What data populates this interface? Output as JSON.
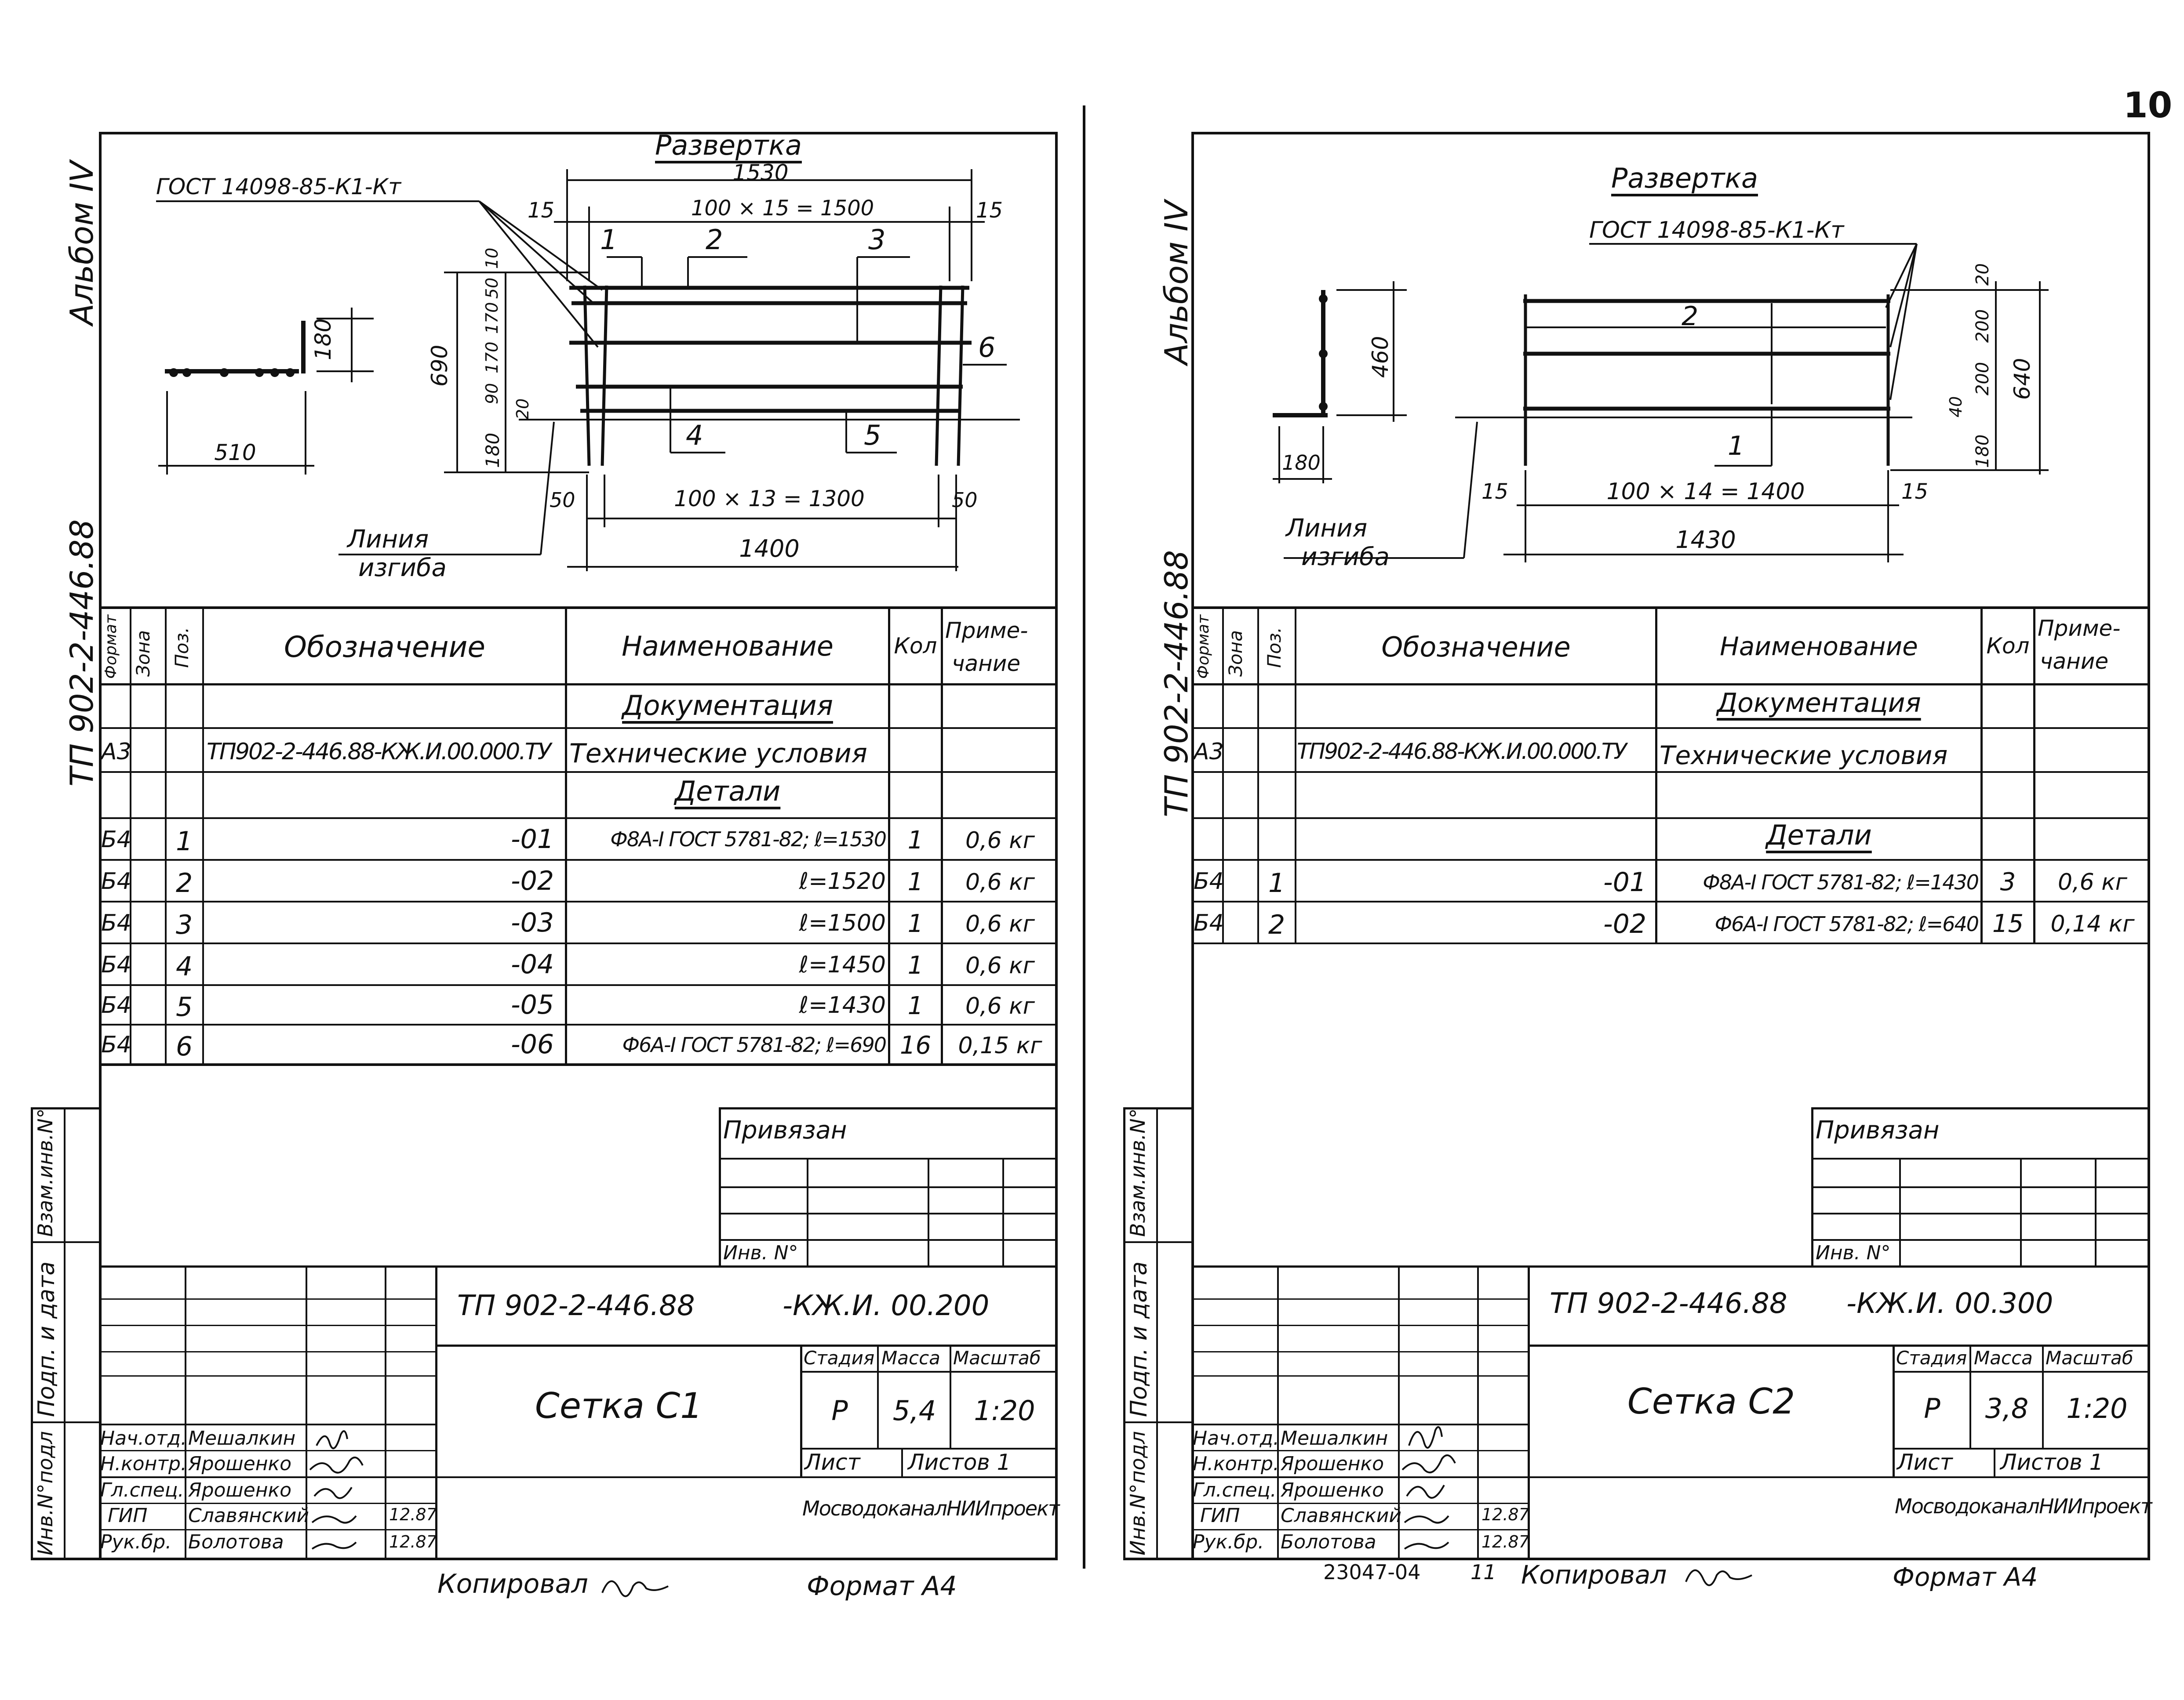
{
  "page_number": "10",
  "sheets": [
    {
      "album": "Альбом IV",
      "side_code": "ТП 902-2-446.88",
      "drawing": {
        "title": "Развертка",
        "gost": "ГОСТ 14098-85-К1-Кт",
        "dims": {
          "total_top": "1530",
          "edge_left": "15",
          "edge_right": "15",
          "pitch_top": "100 × 15 = 1500",
          "pitch_bottom": "100 × 13 = 1300",
          "edge_bl": "50",
          "edge_br": "50",
          "total_bottom": "1400",
          "height": "690",
          "h_parts": [
            "10",
            "50",
            "170",
            "170",
            "90",
            "20",
            "180"
          ],
          "profile_h": "180",
          "profile_w": "510"
        },
        "positions": [
          "1",
          "2",
          "3",
          "4",
          "5",
          "6"
        ],
        "bend_label": [
          "Линия",
          "изгиба"
        ]
      },
      "table": {
        "headers": {
          "format": "Формат",
          "zone": "Зона",
          "pos": "Поз.",
          "designation": "Обозначение",
          "name": "Наименование",
          "qty": "Кол",
          "note": [
            "Приме-",
            "чание"
          ]
        },
        "section_doc": "Документация",
        "doc_row": {
          "format": "А3",
          "designation": "ТП902-2-446.88-КЖ.И.00.000.ТУ",
          "name": "Технические условия"
        },
        "section_parts": "Детали",
        "rows": [
          {
            "format": "Б4",
            "pos": "1",
            "designation": "-01",
            "name": "Ф8А-I ГОСТ 5781-82; ℓ=1530",
            "qty": "1",
            "note": "0,6 кг"
          },
          {
            "format": "Б4",
            "pos": "2",
            "designation": "-02",
            "name": "ℓ=1520",
            "qty": "1",
            "note": "0,6 кг"
          },
          {
            "format": "Б4",
            "pos": "3",
            "designation": "-03",
            "name": "ℓ=1500",
            "qty": "1",
            "note": "0,6 кг"
          },
          {
            "format": "Б4",
            "pos": "4",
            "designation": "-04",
            "name": "ℓ=1450",
            "qty": "1",
            "note": "0,6 кг"
          },
          {
            "format": "Б4",
            "pos": "5",
            "designation": "-05",
            "name": "ℓ=1430",
            "qty": "1",
            "note": "0,6 кг"
          },
          {
            "format": "Б4",
            "pos": "6",
            "designation": "-06",
            "name": "Ф6А-I ГОСТ 5781-82; ℓ=690",
            "qty": "16",
            "note": "0,15 кг"
          }
        ]
      },
      "stamp": {
        "privyazan": "Привязан",
        "inv": "Инв. N°",
        "code": "ТП 902-2-446.88",
        "code_suffix": "-КЖ.И. 00.200",
        "title": "Сетка С1",
        "stage_h": "Стадия",
        "mass_h": "Масса",
        "scale_h": "Масштаб",
        "stage": "Р",
        "mass": "5,4",
        "scale": "1:20",
        "sheet": "Лист",
        "sheets": "Листов 1",
        "org": "МосводоканалНИИпроект",
        "roles": [
          "Нач.отд.",
          "Н.контр.",
          "Гл.спец.",
          "ГИП",
          "Рук.бр."
        ],
        "names": [
          "Мешалкин",
          "Ярошенко",
          "Ярошенко",
          "Славянский",
          "Болотова"
        ],
        "dates": [
          "",
          "",
          "",
          "12.87",
          "12.87"
        ],
        "side_labels": [
          "Взам.инв.N°",
          "Подп. и дата",
          "Инв.N°подл"
        ]
      },
      "footer": {
        "copied": "Копировал",
        "format": "Формат А4"
      }
    },
    {
      "album": "Альбом IV",
      "side_code": "ТП 902-2-446.88",
      "drawing": {
        "title": "Развертка",
        "gost": "ГОСТ 14098-85-К1-Кт",
        "dims": {
          "pitch_bottom": "100 × 14 = 1400",
          "edge_bl": "15",
          "edge_br": "15",
          "total_bottom": "1430",
          "height": "640",
          "h_parts": [
            "20",
            "200",
            "200",
            "40",
            "180"
          ],
          "profile_h": "460",
          "profile_w": "180"
        },
        "positions": [
          "1",
          "2"
        ],
        "bend_label": [
          "Линия",
          "изгиба"
        ]
      },
      "table": {
        "headers": {
          "format": "Формат",
          "zone": "Зона",
          "pos": "Поз.",
          "designation": "Обозначение",
          "name": "Наименование",
          "qty": "Кол",
          "note": [
            "Приме-",
            "чание"
          ]
        },
        "section_doc": "Документация",
        "doc_row": {
          "format": "А3",
          "designation": "ТП902-2-446.88-КЖ.И.00.000.ТУ",
          "name": "Технические условия"
        },
        "section_parts": "Детали",
        "rows": [
          {
            "format": "Б4",
            "pos": "1",
            "designation": "-01",
            "name": "Ф8А-I ГОСТ 5781-82; ℓ=1430",
            "qty": "3",
            "note": "0,6 кг"
          },
          {
            "format": "Б4",
            "pos": "2",
            "designation": "-02",
            "name": "Ф6А-I ГОСТ 5781-82; ℓ=640",
            "qty": "15",
            "note": "0,14 кг"
          }
        ]
      },
      "stamp": {
        "privyazan": "Привязан",
        "inv": "Инв. N°",
        "code": "ТП 902-2-446.88",
        "code_suffix": "-КЖ.И. 00.300",
        "title": "Сетка С2",
        "stage_h": "Стадия",
        "mass_h": "Масса",
        "scale_h": "Масштаб",
        "stage": "Р",
        "mass": "3,8",
        "scale": "1:20",
        "sheet": "Лист",
        "sheets": "Листов 1",
        "org": "МосводоканалНИИпроект",
        "roles": [
          "Нач.отд.",
          "Н.контр.",
          "Гл.спец.",
          "ГИП",
          "Рук.бр."
        ],
        "names": [
          "Мешалкин",
          "Ярошенко",
          "Ярошенко",
          "Славянский",
          "Болотова"
        ],
        "dates": [
          "",
          "",
          "",
          "12.87",
          "12.87"
        ],
        "side_labels": [
          "Взам.инв.N°",
          "Подп. и дата",
          "Инв.N°подл"
        ]
      },
      "footer": {
        "order": "23047-04",
        "order_num": "11",
        "copied": "Копировал",
        "format": "Формат А4"
      }
    }
  ]
}
